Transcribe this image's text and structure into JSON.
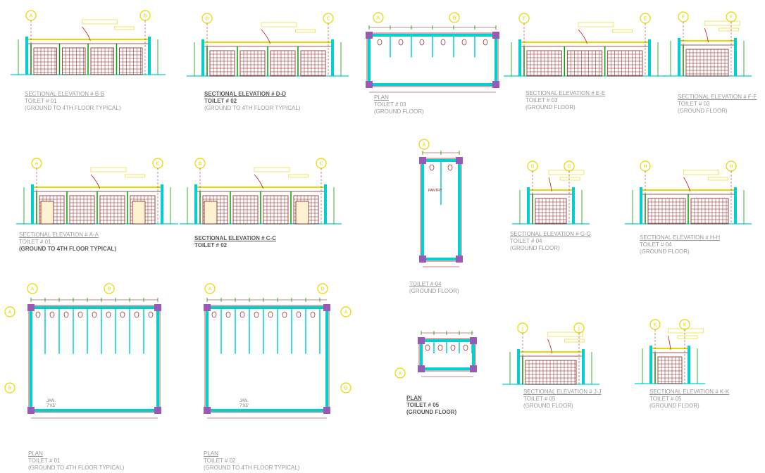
{
  "captions": {
    "sec_b": {
      "line1": "SECTIONAL ELEVATION # B-B",
      "line2": "TOILET # 01",
      "line3": "(GROUND TO 4TH FLOOR TYPICAL)"
    },
    "sec_d": {
      "line1": "SECTIONAL ELEVATION # D-D",
      "line2": "TOILET # 02",
      "line3": "(GROUND TO 4TH FLOOR TYPICAL)"
    },
    "plan3": {
      "line1": "PLAN",
      "line2": "TOILET # 03",
      "line3": "(GROUND FLOOR)"
    },
    "sec_e": {
      "line1": "SECTIONAL ELEVATION # E-E",
      "line2": "TOILET # 03",
      "line3": "(GROUND FLOOR)"
    },
    "sec_f": {
      "line1": "SECTIONAL ELEVATION # F-F",
      "line2": "TOILET # 03",
      "line3": "(GROUND FLOOR)"
    },
    "sec_a": {
      "line1": "SECTIONAL ELEVATION # A-A",
      "line2": "TOILET # 01",
      "line3": "(GROUND TO 4TH FLOOR TYPICAL)"
    },
    "sec_c": {
      "line1": "SECTIONAL ELEVATION # C-C",
      "line2": "TOILET # 02"
    },
    "plan4": {
      "line1": "TOILET # 04",
      "line2": "(GROUND FLOOR)"
    },
    "sec_g": {
      "line1": "SECTIONAL ELEVATION # G-G",
      "line2": "TOILET # 04",
      "line3": "(GROUND FLOOR)"
    },
    "sec_h": {
      "line1": "SECTIONAL ELEVATION # H-H",
      "line2": "TOILET # 04",
      "line3": "(GROUND FLOOR)"
    },
    "plan1": {
      "line1": "PLAN",
      "line2": "TOILET # 01",
      "line3": "(GROUND TO 4TH FLOOR TYPICAL)"
    },
    "plan2": {
      "line1": "PLAN",
      "line2": "TOILET # 02",
      "line3": "(GROUND TO 4TH FLOOR TYPICAL)"
    },
    "plan5": {
      "line1": "PLAN",
      "line2": "TOILET # 05",
      "line3": "(GROUND FLOOR)"
    },
    "sec_j": {
      "line1": "SECTIONAL ELEVATION # J-J",
      "line2": "TOILET # 05",
      "line3": "(GROUND FLOOR)"
    },
    "sec_k": {
      "line1": "SECTIONAL ELEVATION # K-K",
      "line2": "TOILET # 05",
      "line3": "(GROUND FLOOR)"
    }
  },
  "room_labels": {
    "jan1": "JAN.",
    "jan1_size": "7'X5'",
    "jan2": "JAN.",
    "jan2_size": "7'X5'",
    "pantry": "PANTRY"
  },
  "colors": {
    "background": "#ffffff",
    "grid_lines": "#8b1a1a",
    "wall_fill": "#00d0d0",
    "annotation": "#e6d800",
    "dimension": "#00a000",
    "column": "#9b59b6",
    "grid_bubble": "#e6d800",
    "fixture": "#c01818",
    "hatch": "#00b4b4",
    "caption_text": "#9a9a9a"
  },
  "grid_bubble_letters": [
    "A",
    "B",
    "C",
    "D",
    "E",
    "F",
    "G",
    "H",
    "J",
    "K"
  ]
}
